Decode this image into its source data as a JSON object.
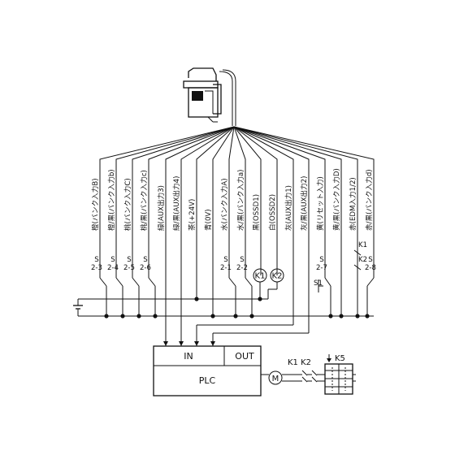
{
  "wires": [
    {
      "name": "wire-1",
      "label": "橙(バンク入力B)",
      "switch": "S\n2-3"
    },
    {
      "name": "wire-2",
      "label": "橙/黒(バンク入力b)",
      "switch": "S\n2-4"
    },
    {
      "name": "wire-3",
      "label": "桃(バンク入力C)",
      "switch": "S\n2-5"
    },
    {
      "name": "wire-4",
      "label": "桃/黒(バンク入力c)",
      "switch": "S\n2-6"
    },
    {
      "name": "wire-5",
      "label": "緑(AUX出力3)",
      "switch": ""
    },
    {
      "name": "wire-6",
      "label": "緑/黒(AUX出力4)",
      "switch": ""
    },
    {
      "name": "wire-7",
      "label": "茶(+24V)",
      "switch": ""
    },
    {
      "name": "wire-8",
      "label": "青(0V)",
      "switch": ""
    },
    {
      "name": "wire-9",
      "label": "水(バンク入力A)",
      "switch": "S\n2-1"
    },
    {
      "name": "wire-10",
      "label": "水/黒(バンク入力a)",
      "switch": "S\n2-2"
    },
    {
      "name": "wire-11",
      "label": "黒(OSSD1)",
      "switch": ""
    },
    {
      "name": "wire-12",
      "label": "白(OSSD2)",
      "switch": ""
    },
    {
      "name": "wire-13",
      "label": "灰(AUX出力1)",
      "switch": ""
    },
    {
      "name": "wire-14",
      "label": "灰/黒(AUX出力2)",
      "switch": ""
    },
    {
      "name": "wire-15",
      "label": "黄(リセット入力)",
      "switch": "S\n2-7"
    },
    {
      "name": "wire-16",
      "label": "黄/黒(バンク入力D)",
      "switch": ""
    },
    {
      "name": "wire-17",
      "label": "赤(EDM入力1/2)",
      "switch": ""
    },
    {
      "name": "wire-18",
      "label": "赤/黒(バンク入力d)",
      "switch": "S\n2-8"
    }
  ],
  "relays": {
    "k1": "K1",
    "k2": "K2"
  },
  "s1_label": "S1",
  "edm_contacts": {
    "k1": "K1",
    "k2": "K2"
  },
  "plc": {
    "in_label": "IN",
    "out_label": "OUT",
    "title": "PLC"
  },
  "motor": {
    "symbol": "M",
    "contact_labels": "K1 K2"
  },
  "k5_label": "K5"
}
